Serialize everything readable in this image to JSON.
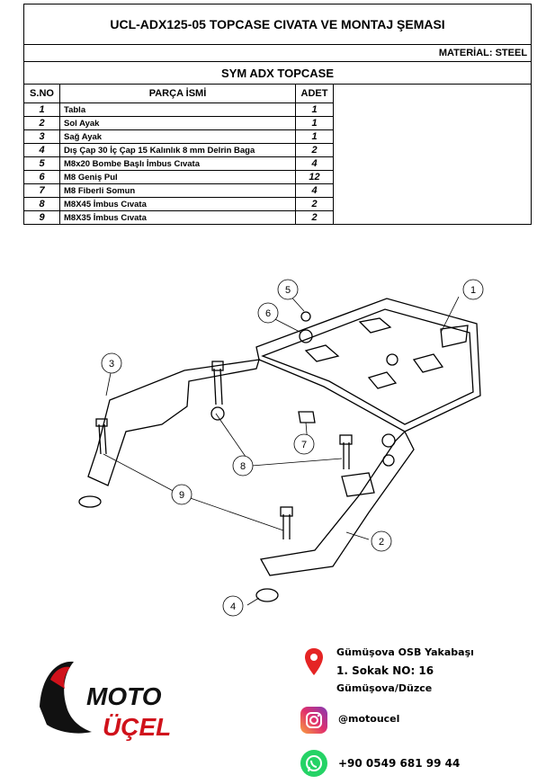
{
  "title": "UCL-ADX125-05 TOPCASE CIVATA VE MONTAJ ŞEMASI",
  "material": "MATERİAL: STEEL",
  "subtitle": "SYM ADX TOPCASE",
  "table": {
    "headers": {
      "no": "S.NO",
      "name": "PARÇA İSMİ",
      "qty": "ADET"
    },
    "rows": [
      {
        "no": "1",
        "name": "Tabla",
        "qty": "1"
      },
      {
        "no": "2",
        "name": "Sol Ayak",
        "qty": "1"
      },
      {
        "no": "3",
        "name": "Sağ Ayak",
        "qty": "1"
      },
      {
        "no": "4",
        "name": "Dış Çap 30 İç Çap 15 Kalınlık 8 mm Delrin Baga",
        "qty": "2"
      },
      {
        "no": "5",
        "name": "M8x20 Bombe Başlı İmbus Cıvata",
        "qty": "4"
      },
      {
        "no": "6",
        "name": "M8 Geniş Pul",
        "qty": "12"
      },
      {
        "no": "7",
        "name": "M8 Fiberli Somun",
        "qty": "4"
      },
      {
        "no": "8",
        "name": "M8X45 İmbus Cıvata",
        "qty": "2"
      },
      {
        "no": "9",
        "name": "M8X35 İmbus Cıvata",
        "qty": "2"
      }
    ]
  },
  "diagram": {
    "callouts": [
      "1",
      "2",
      "3",
      "4",
      "5",
      "6",
      "7",
      "8",
      "9"
    ]
  },
  "logo": {
    "line1": "MOTO",
    "line2": "ÜÇEL"
  },
  "contact": {
    "address_line1": "Gümüşova OSB Yakabaşı",
    "address_line2": "1. Sokak NO: 16",
    "address_line3": "Gümüşova/Düzce",
    "instagram": "@motoucel",
    "phone": "+90 0549 681 99 44"
  },
  "colors": {
    "pin": "#e52424",
    "logo_red": "#d0121b",
    "whatsapp": "#25d366"
  },
  "icons": {
    "location": "map-pin-icon",
    "instagram": "instagram-icon",
    "whatsapp": "whatsapp-icon"
  }
}
